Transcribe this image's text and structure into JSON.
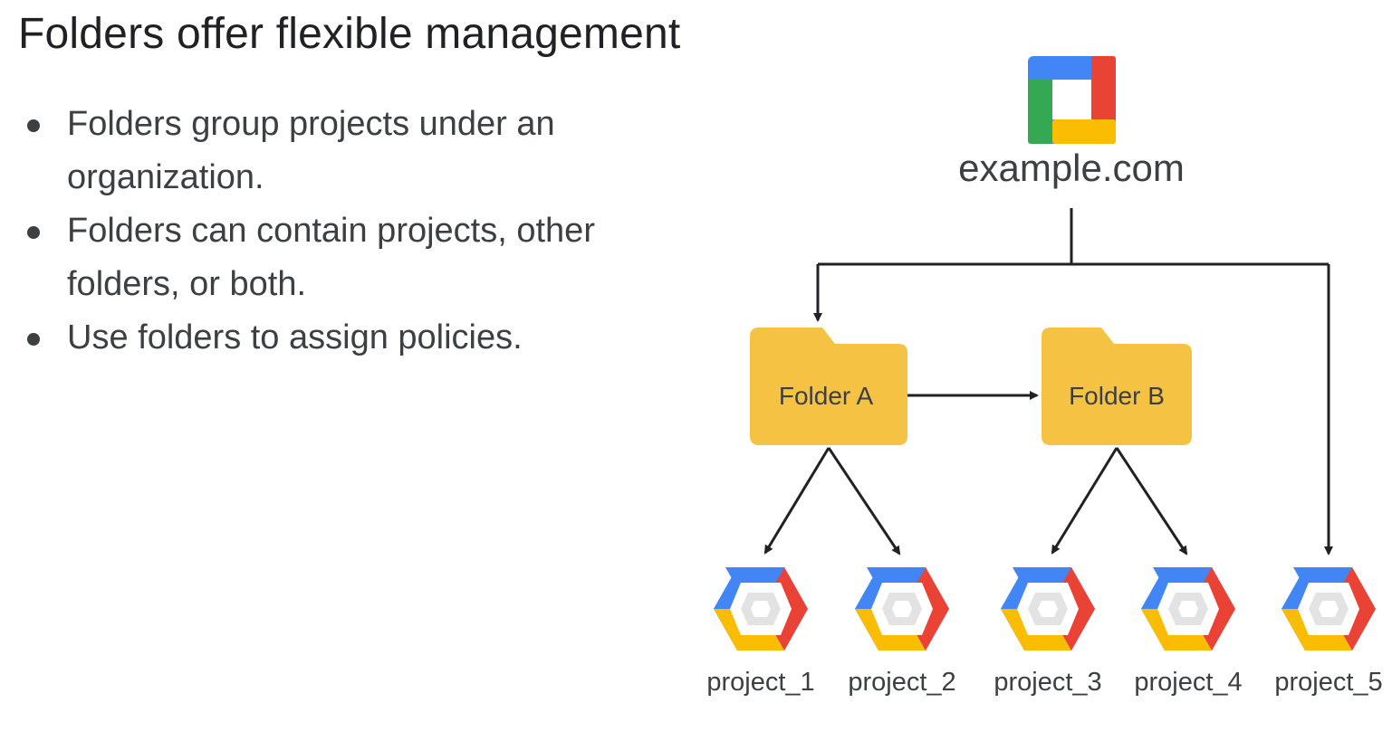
{
  "title": "Folders offer flexible management",
  "bullets": [
    "Folders group projects under an organization.",
    "Folders can contain projects, other folders, or both.",
    "Use folders to assign policies."
  ],
  "diagram": {
    "organization": {
      "label": "example.com",
      "icon": "gcp-organization-icon"
    },
    "folders": [
      {
        "label": "Folder A",
        "icon": "folder-icon"
      },
      {
        "label": "Folder B",
        "icon": "folder-icon"
      }
    ],
    "projects": [
      {
        "label": "project_1",
        "icon": "gcp-project-hexagon-icon"
      },
      {
        "label": "project_2",
        "icon": "gcp-project-hexagon-icon"
      },
      {
        "label": "project_3",
        "icon": "gcp-project-hexagon-icon"
      },
      {
        "label": "project_4",
        "icon": "gcp-project-hexagon-icon"
      },
      {
        "label": "project_5",
        "icon": "gcp-project-hexagon-icon"
      }
    ],
    "colors": {
      "google_blue": "#4285F4",
      "google_red": "#EA4335",
      "google_yellow": "#FBBC04",
      "google_green": "#34A853",
      "folder_yellow": "#F6C244",
      "arrow": "#202124"
    }
  }
}
